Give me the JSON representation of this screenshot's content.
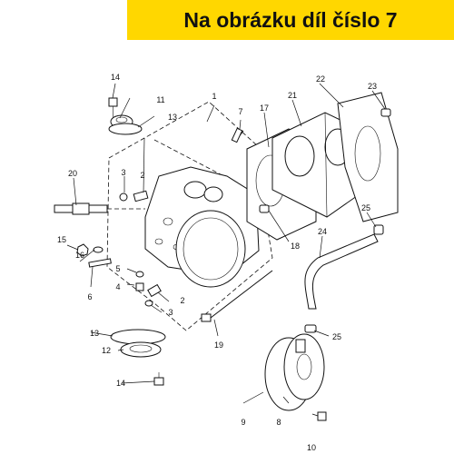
{
  "banner": {
    "text": "Na obrázku díl číslo 7",
    "background": "#FFD700"
  },
  "callouts": [
    "1",
    "2",
    "2",
    "3",
    "3",
    "4",
    "5",
    "6",
    "7",
    "8",
    "9",
    "10",
    "11",
    "12",
    "13",
    "13",
    "14",
    "14",
    "15",
    "16",
    "17",
    "18",
    "19",
    "20",
    "21",
    "22",
    "23",
    "24",
    "25",
    "25"
  ]
}
